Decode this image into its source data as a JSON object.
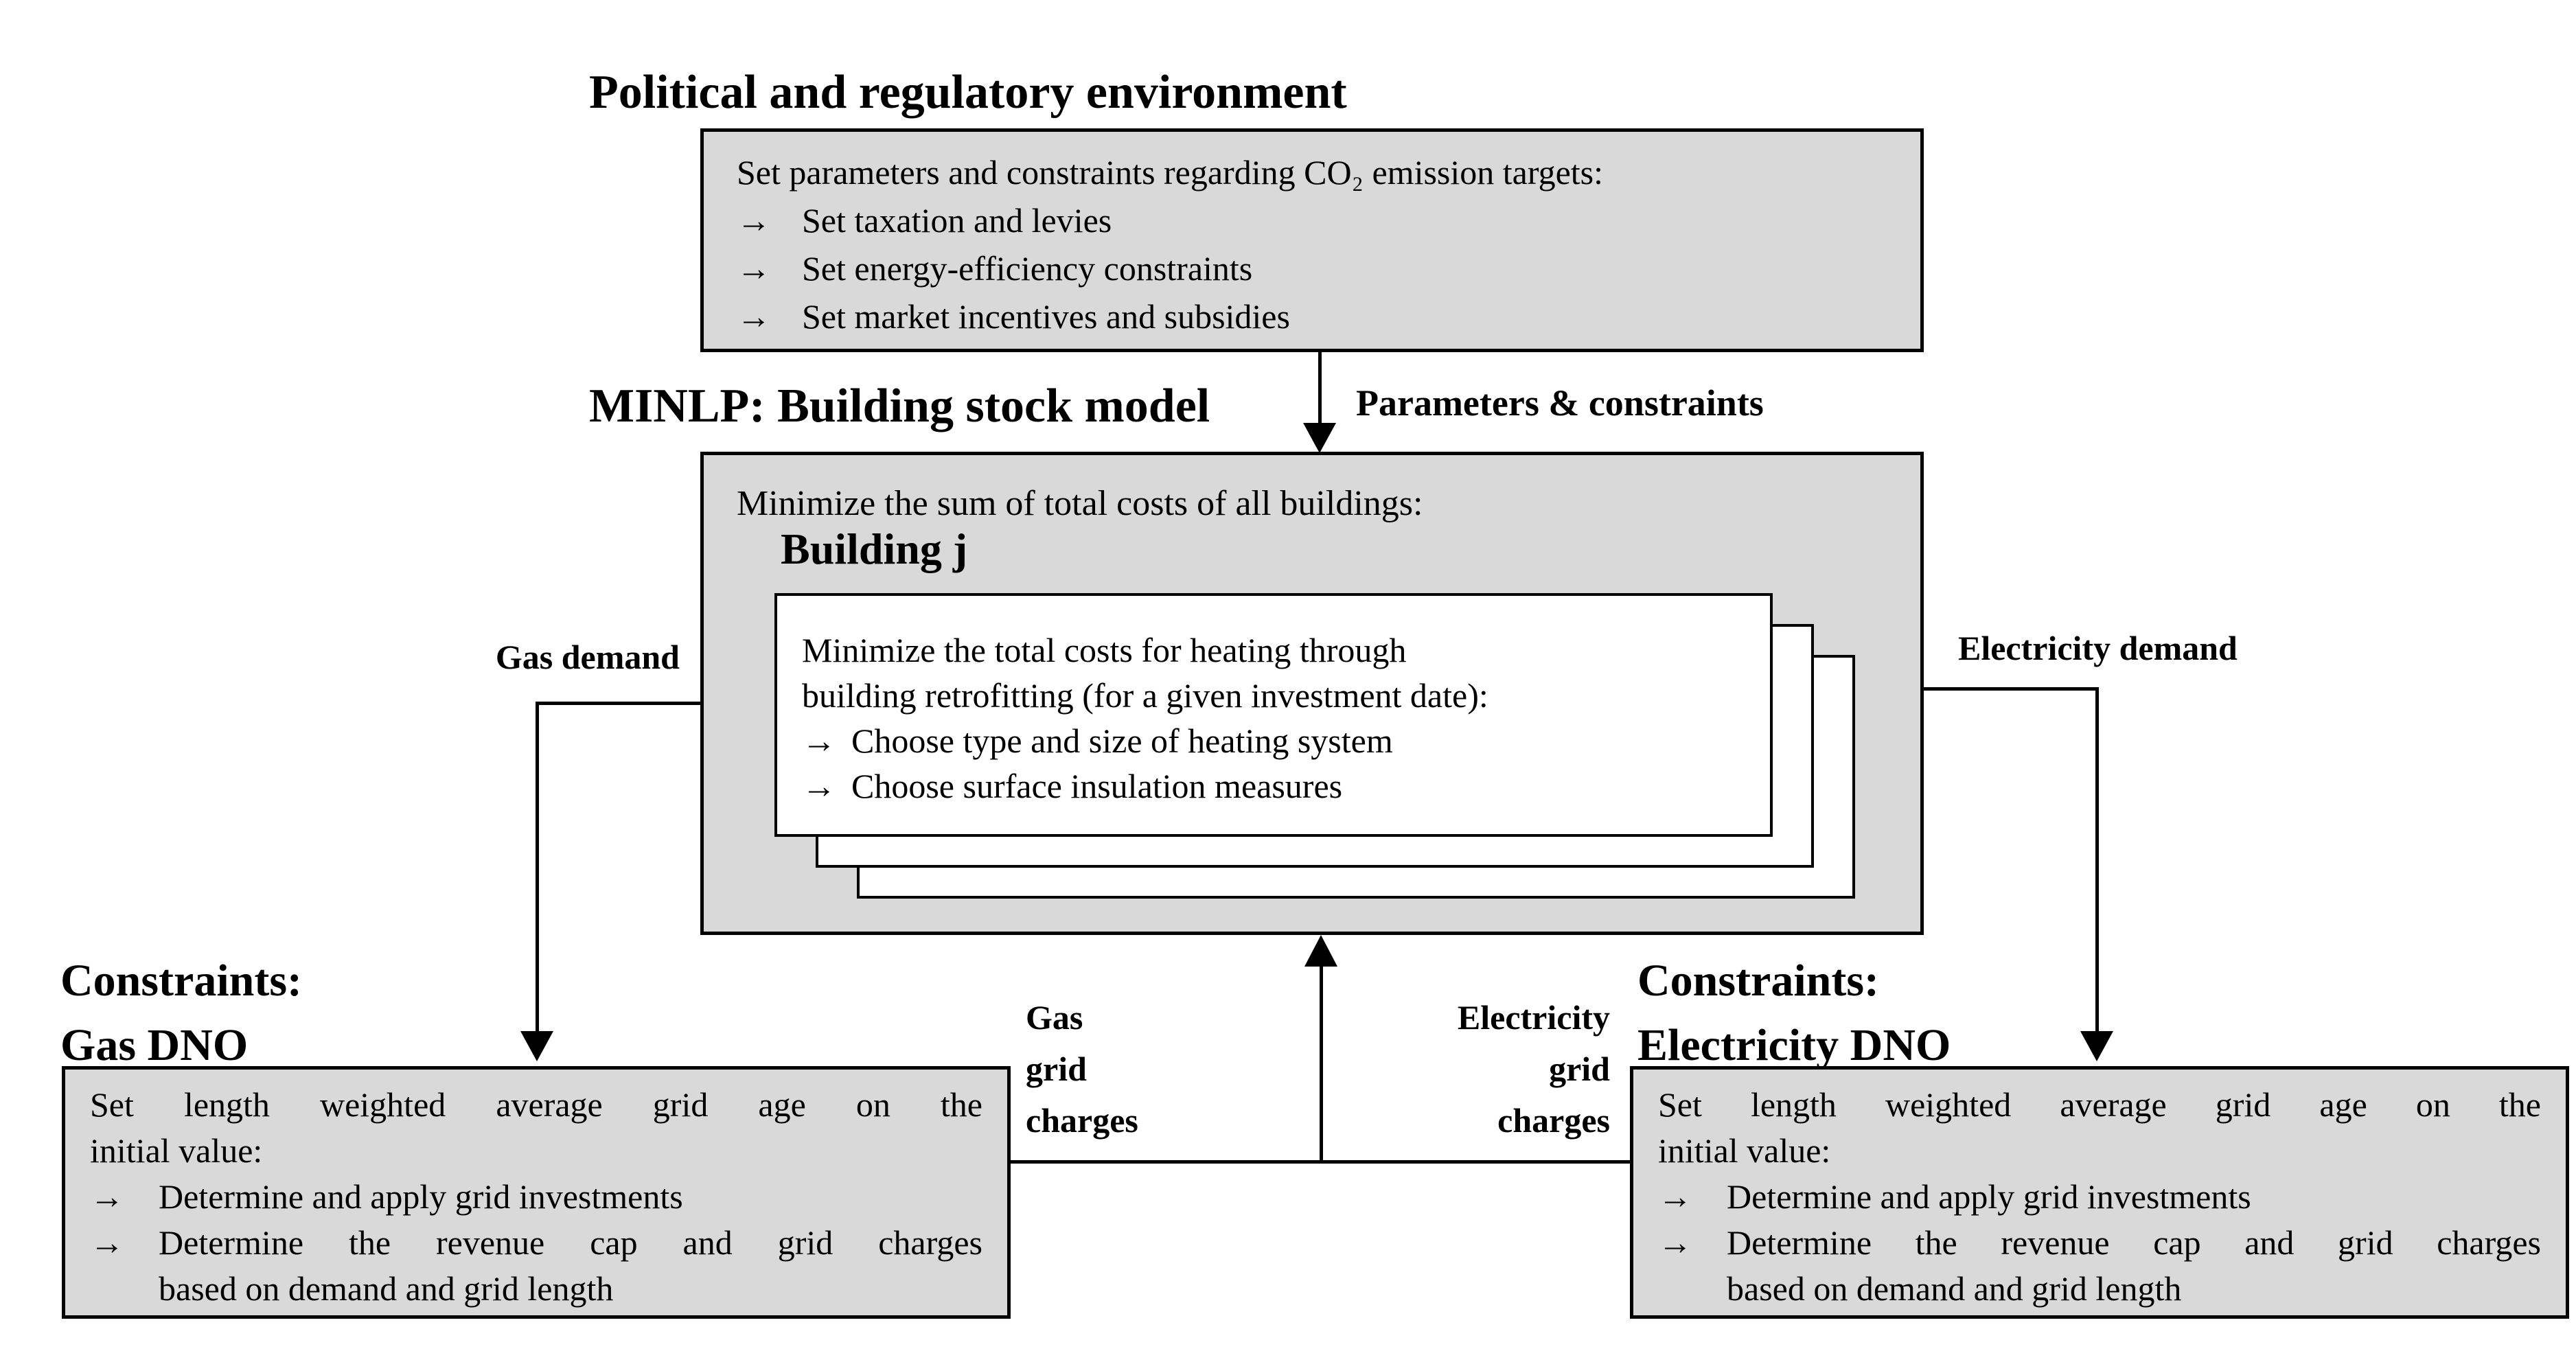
{
  "glyphs": {
    "arrow_bullet": "→"
  },
  "colors": {
    "box_fill": "#d9d9d9",
    "card_fill": "#ffffff",
    "line": "#000000"
  },
  "political": {
    "title": "Political and regulatory environment",
    "box": {
      "intro": "Set parameters and constraints regarding CO₂ emission targets:",
      "items": [
        "Set taxation and levies",
        "Set energy-efficiency constraints",
        "Set market incentives and subsidies"
      ]
    }
  },
  "minlp": {
    "title": "MINLP: Building stock model",
    "intro": "Minimize the sum of total costs of all buildings:",
    "building_heading": "Building j",
    "card": {
      "intro_line1": "Minimize the total costs for heating through",
      "intro_line2": "building retrofitting (for a given investment date):",
      "items": [
        "Choose type and size of heating system",
        "Choose surface insulation measures"
      ]
    }
  },
  "labels": {
    "parameters_constraints": "Parameters & constraints",
    "gas_demand": "Gas demand",
    "electricity_demand": "Electricity demand",
    "gas_grid_charges": "Gas\ngrid\ncharges",
    "electricity_grid_charges": "Electricity\ngrid\ncharges"
  },
  "gas_dno": {
    "title_line1": "Constraints:",
    "title_line2": "Gas DNO"
  },
  "electricity_dno": {
    "title_line1": "Constraints:",
    "title_line2": "Electricity DNO"
  },
  "dno_box": {
    "intro_justified": "Set length weighted average grid age on the",
    "intro_rest": "initial value:",
    "item1": "Determine and apply grid investments",
    "item2_justified": "Determine the revenue cap and grid charges",
    "item2_rest": "based on demand and grid length"
  }
}
